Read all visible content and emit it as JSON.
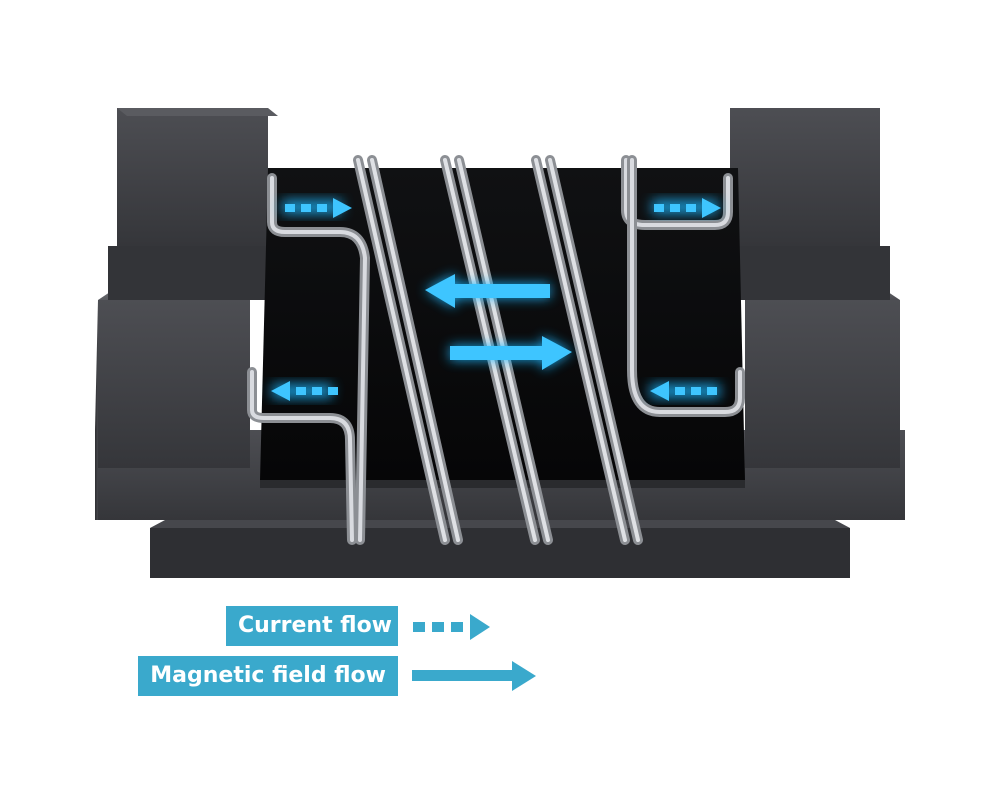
{
  "legend": {
    "items": [
      {
        "label": "Current flow",
        "style": "dotted"
      },
      {
        "label": "Magnetic field flow",
        "style": "solid"
      }
    ]
  },
  "colors": {
    "accent": "#3aa9cc",
    "glow": "#1fb8ff",
    "core": "#3c3d41",
    "chip": "#0c0d0f"
  }
}
